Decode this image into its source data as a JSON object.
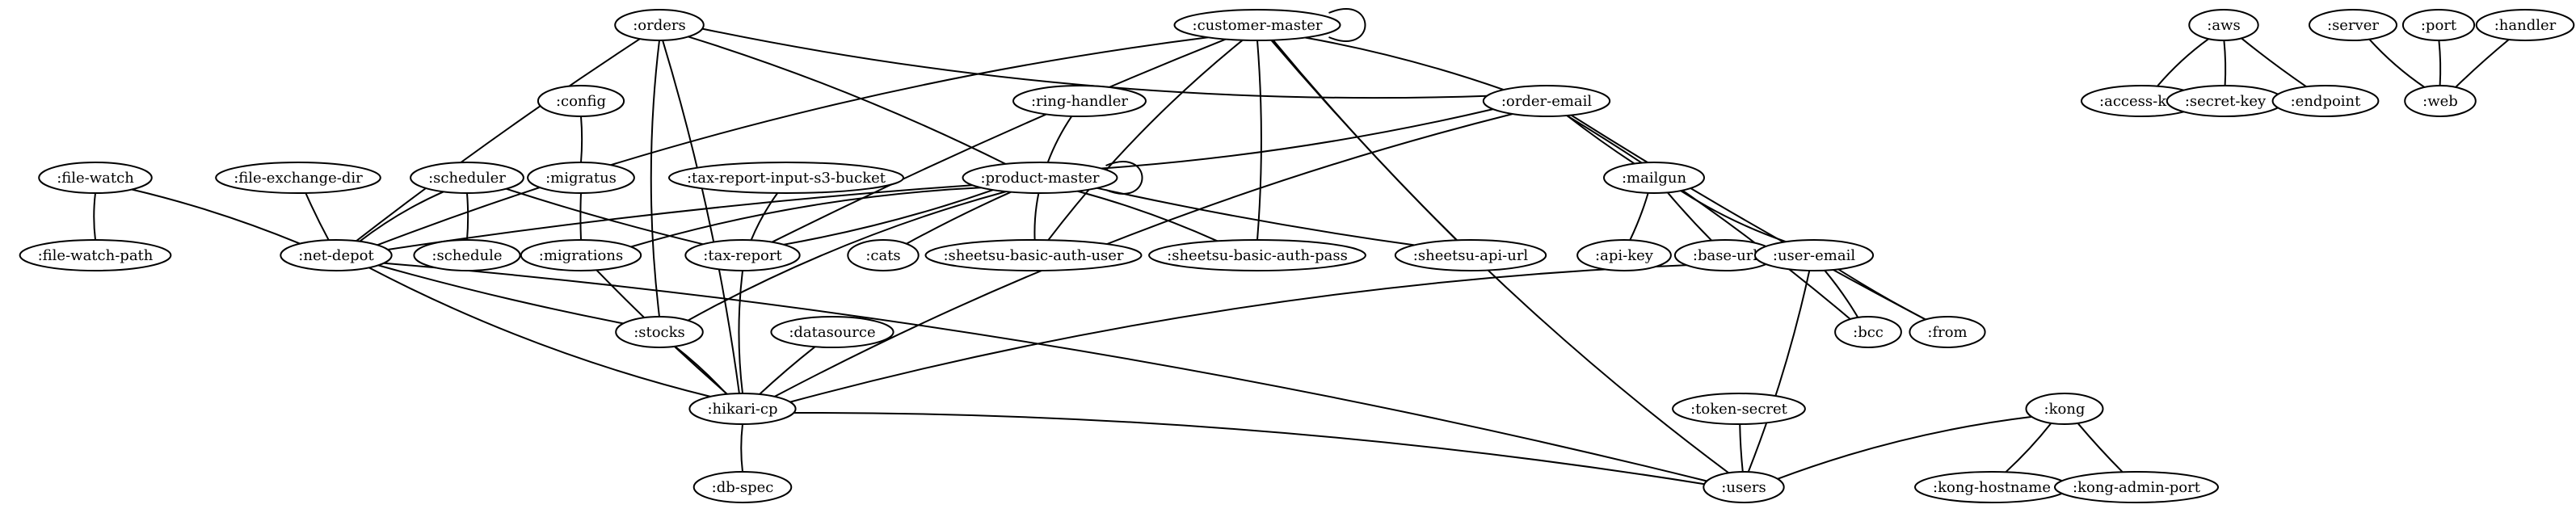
{
  "graph": {
    "nodes": [
      {
        "id": "orders",
        "label": ":orders"
      },
      {
        "id": "customer_master",
        "label": ":customer-master"
      },
      {
        "id": "aws",
        "label": ":aws"
      },
      {
        "id": "server",
        "label": ":server"
      },
      {
        "id": "port",
        "label": ":port"
      },
      {
        "id": "handler",
        "label": ":handler"
      },
      {
        "id": "access_key",
        "label": ":access-key"
      },
      {
        "id": "secret_key",
        "label": ":secret-key"
      },
      {
        "id": "endpoint",
        "label": ":endpoint"
      },
      {
        "id": "web",
        "label": ":web"
      },
      {
        "id": "config",
        "label": ":config"
      },
      {
        "id": "ring_handler",
        "label": ":ring-handler"
      },
      {
        "id": "order_email",
        "label": ":order-email"
      },
      {
        "id": "migratus",
        "label": ":migratus"
      },
      {
        "id": "file_watch",
        "label": ":file-watch"
      },
      {
        "id": "file_exchange_dir",
        "label": ":file-exchange-dir"
      },
      {
        "id": "scheduler",
        "label": ":scheduler"
      },
      {
        "id": "tax_report_input",
        "label": ":tax-report-input-s3-bucket"
      },
      {
        "id": "product_master",
        "label": ":product-master"
      },
      {
        "id": "mailgun",
        "label": ":mailgun"
      },
      {
        "id": "file_watch_path",
        "label": ":file-watch-path"
      },
      {
        "id": "net_depot",
        "label": ":net-depot"
      },
      {
        "id": "schedule",
        "label": ":schedule"
      },
      {
        "id": "migrations",
        "label": ":migrations"
      },
      {
        "id": "tax_report",
        "label": ":tax-report"
      },
      {
        "id": "cats",
        "label": ":cats"
      },
      {
        "id": "sheetsu_user",
        "label": ":sheetsu-basic-auth-user"
      },
      {
        "id": "sheetsu_pass",
        "label": ":sheetsu-basic-auth-pass"
      },
      {
        "id": "sheetsu_url",
        "label": ":sheetsu-api-url"
      },
      {
        "id": "api_key",
        "label": ":api-key"
      },
      {
        "id": "base_url",
        "label": ":base-url"
      },
      {
        "id": "user_email",
        "label": ":user-email"
      },
      {
        "id": "stocks",
        "label": ":stocks"
      },
      {
        "id": "datasource",
        "label": ":datasource"
      },
      {
        "id": "bcc",
        "label": ":bcc"
      },
      {
        "id": "from",
        "label": ":from"
      },
      {
        "id": "hikari_cp",
        "label": ":hikari-cp"
      },
      {
        "id": "token_secret",
        "label": ":token-secret"
      },
      {
        "id": "kong",
        "label": ":kong"
      },
      {
        "id": "db_spec",
        "label": ":db-spec"
      },
      {
        "id": "users",
        "label": ":users"
      },
      {
        "id": "kong_hostname",
        "label": ":kong-hostname"
      },
      {
        "id": "kong_admin_port",
        "label": ":kong-admin-port"
      }
    ],
    "edges": [
      {
        "from": "aws",
        "to": "access_key"
      },
      {
        "from": "aws",
        "to": "secret_key"
      },
      {
        "from": "aws",
        "to": "endpoint"
      },
      {
        "from": "server",
        "to": "web"
      },
      {
        "from": "port",
        "to": "web"
      },
      {
        "from": "handler",
        "to": "web"
      },
      {
        "from": "orders",
        "to": "order_email"
      },
      {
        "from": "orders",
        "to": "product_master"
      },
      {
        "from": "orders",
        "to": "net_depot"
      },
      {
        "from": "orders",
        "to": "stocks"
      },
      {
        "from": "orders",
        "to": "hikari_cp"
      },
      {
        "from": "customer_master",
        "to": "customer_master"
      },
      {
        "from": "customer_master",
        "to": "net_depot"
      },
      {
        "from": "customer_master",
        "to": "order_email"
      },
      {
        "from": "customer_master",
        "to": "tax_report"
      },
      {
        "from": "customer_master",
        "to": "sheetsu_user"
      },
      {
        "from": "customer_master",
        "to": "sheetsu_pass"
      },
      {
        "from": "customer_master",
        "to": "sheetsu_url"
      },
      {
        "from": "customer_master",
        "to": "users"
      },
      {
        "from": "config",
        "to": "migratus"
      },
      {
        "from": "migratus",
        "to": "migrations"
      },
      {
        "from": "ring_handler",
        "to": "product_master"
      },
      {
        "from": "order_email",
        "to": "product_master"
      },
      {
        "from": "order_email",
        "to": "mailgun"
      },
      {
        "from": "order_email",
        "to": "hikari_cp"
      },
      {
        "from": "order_email",
        "to": "bcc"
      },
      {
        "from": "order_email",
        "to": "from"
      },
      {
        "from": "file_watch",
        "to": "file_watch_path"
      },
      {
        "from": "file_watch",
        "to": "net_depot"
      },
      {
        "from": "file_exchange_dir",
        "to": "net_depot"
      },
      {
        "from": "scheduler",
        "to": "net_depot"
      },
      {
        "from": "scheduler",
        "to": "schedule"
      },
      {
        "from": "scheduler",
        "to": "tax_report"
      },
      {
        "from": "tax_report_input",
        "to": "tax_report"
      },
      {
        "from": "product_master",
        "to": "product_master"
      },
      {
        "from": "product_master",
        "to": "net_depot"
      },
      {
        "from": "product_master",
        "to": "migrations"
      },
      {
        "from": "product_master",
        "to": "tax_report"
      },
      {
        "from": "product_master",
        "to": "cats"
      },
      {
        "from": "product_master",
        "to": "sheetsu_user"
      },
      {
        "from": "product_master",
        "to": "sheetsu_pass"
      },
      {
        "from": "product_master",
        "to": "sheetsu_url"
      },
      {
        "from": "product_master",
        "to": "stocks"
      },
      {
        "from": "mailgun",
        "to": "api_key"
      },
      {
        "from": "mailgun",
        "to": "base_url"
      },
      {
        "from": "mailgun",
        "to": "user_email"
      },
      {
        "from": "user_email",
        "to": "bcc"
      },
      {
        "from": "user_email",
        "to": "from"
      },
      {
        "from": "user_email",
        "to": "hikari_cp"
      },
      {
        "from": "user_email",
        "to": "users"
      },
      {
        "from": "net_depot",
        "to": "stocks"
      },
      {
        "from": "net_depot",
        "to": "hikari_cp"
      },
      {
        "from": "net_depot",
        "to": "users"
      },
      {
        "from": "migrations",
        "to": "hikari_cp"
      },
      {
        "from": "tax_report",
        "to": "hikari_cp"
      },
      {
        "from": "stocks",
        "to": "hikari_cp"
      },
      {
        "from": "datasource",
        "to": "hikari_cp"
      },
      {
        "from": "hikari_cp",
        "to": "db_spec"
      },
      {
        "from": "hikari_cp",
        "to": "users"
      },
      {
        "from": "token_secret",
        "to": "users"
      },
      {
        "from": "kong",
        "to": "users"
      },
      {
        "from": "kong",
        "to": "kong_hostname"
      },
      {
        "from": "kong",
        "to": "kong_admin_port"
      }
    ]
  }
}
